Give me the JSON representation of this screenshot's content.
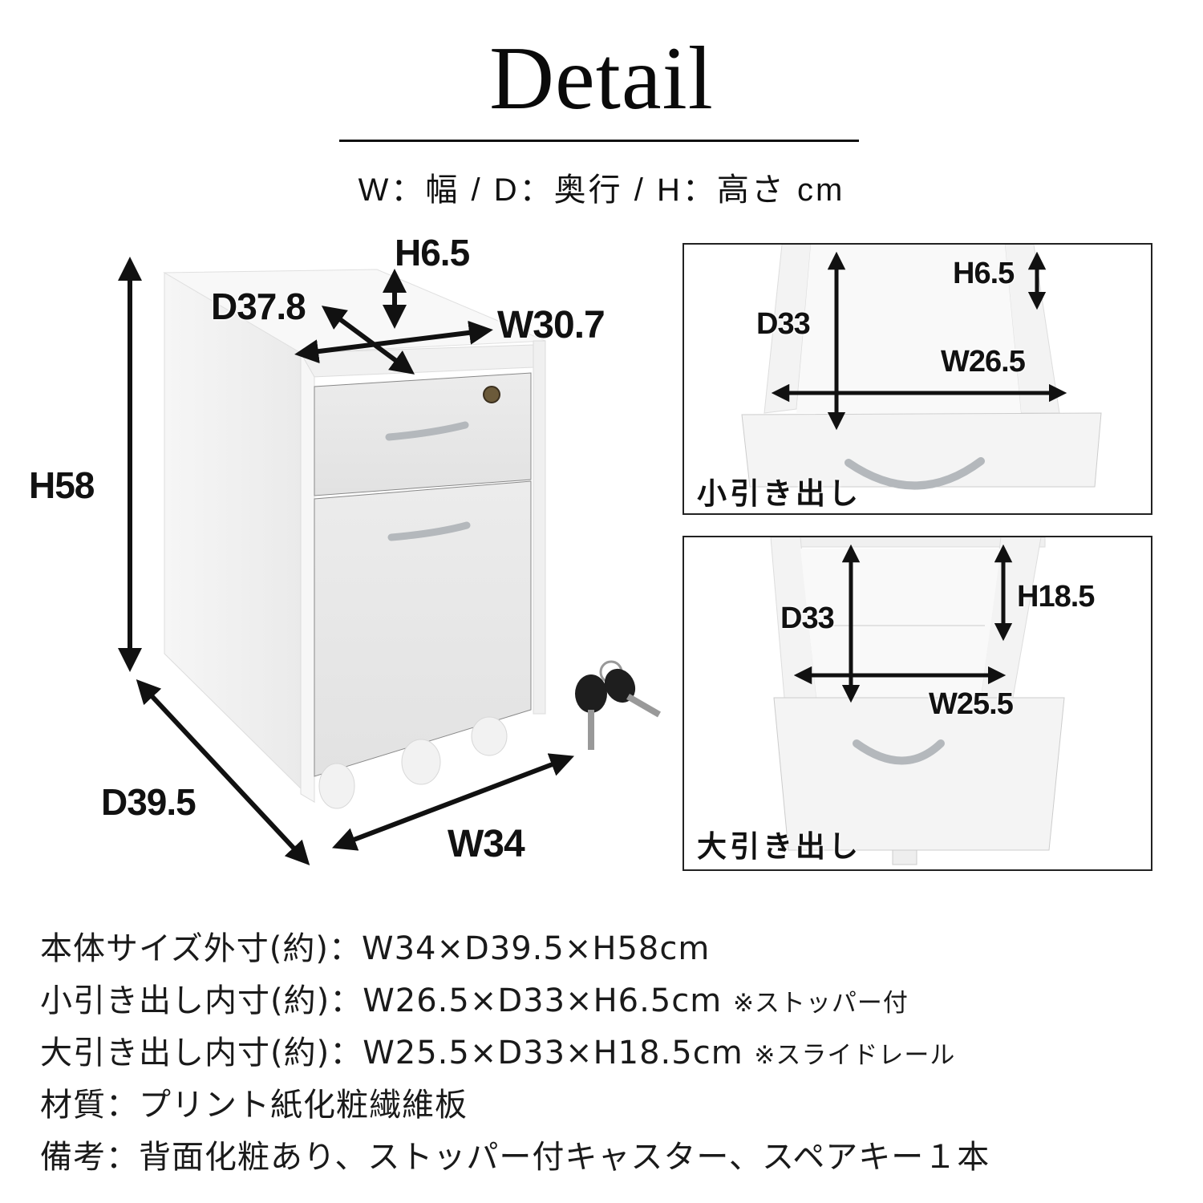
{
  "header": {
    "title": "Detail",
    "legend": "W：幅 / D：奥行 / H：高さ cm"
  },
  "main_figure": {
    "dimensions": {
      "height_total": "H58",
      "top_height": "H6.5",
      "top_depth": "D37.8",
      "top_width": "W30.7",
      "depth_total": "D39.5",
      "width_total": "W34"
    },
    "colors": {
      "cabinet_body": "#f4f4f4",
      "cabinet_side": "#ebebeb",
      "drawer_front": "#e8e8e8",
      "handle": "#b4b8bc",
      "arrow": "#111111"
    }
  },
  "small_drawer_panel": {
    "label": "小引き出し",
    "dimensions": {
      "depth": "D33",
      "height": "H6.5",
      "width": "W26.5"
    }
  },
  "large_drawer_panel": {
    "label": "大引き出し",
    "dimensions": {
      "depth": "D33",
      "height": "H18.5",
      "width": "W25.5"
    }
  },
  "specs": [
    {
      "label": "本体サイズ外寸(約)",
      "sep": "：",
      "value": "W34×D39.5×H58cm",
      "note": ""
    },
    {
      "label": "小引き出し内寸(約)",
      "sep": "：",
      "value": "W26.5×D33×H6.5cm",
      "note": "※ストッパー付"
    },
    {
      "label": "大引き出し内寸(約)",
      "sep": "：",
      "value": "W25.5×D33×H18.5cm",
      "note": "※スライドレール"
    },
    {
      "label": "材質",
      "sep": "：",
      "value": "プリント紙化粧繊維板",
      "note": ""
    },
    {
      "label": "備考",
      "sep": "：",
      "value": "背面化粧あり、ストッパー付キャスター、スペアキー１本",
      "note": ""
    }
  ]
}
